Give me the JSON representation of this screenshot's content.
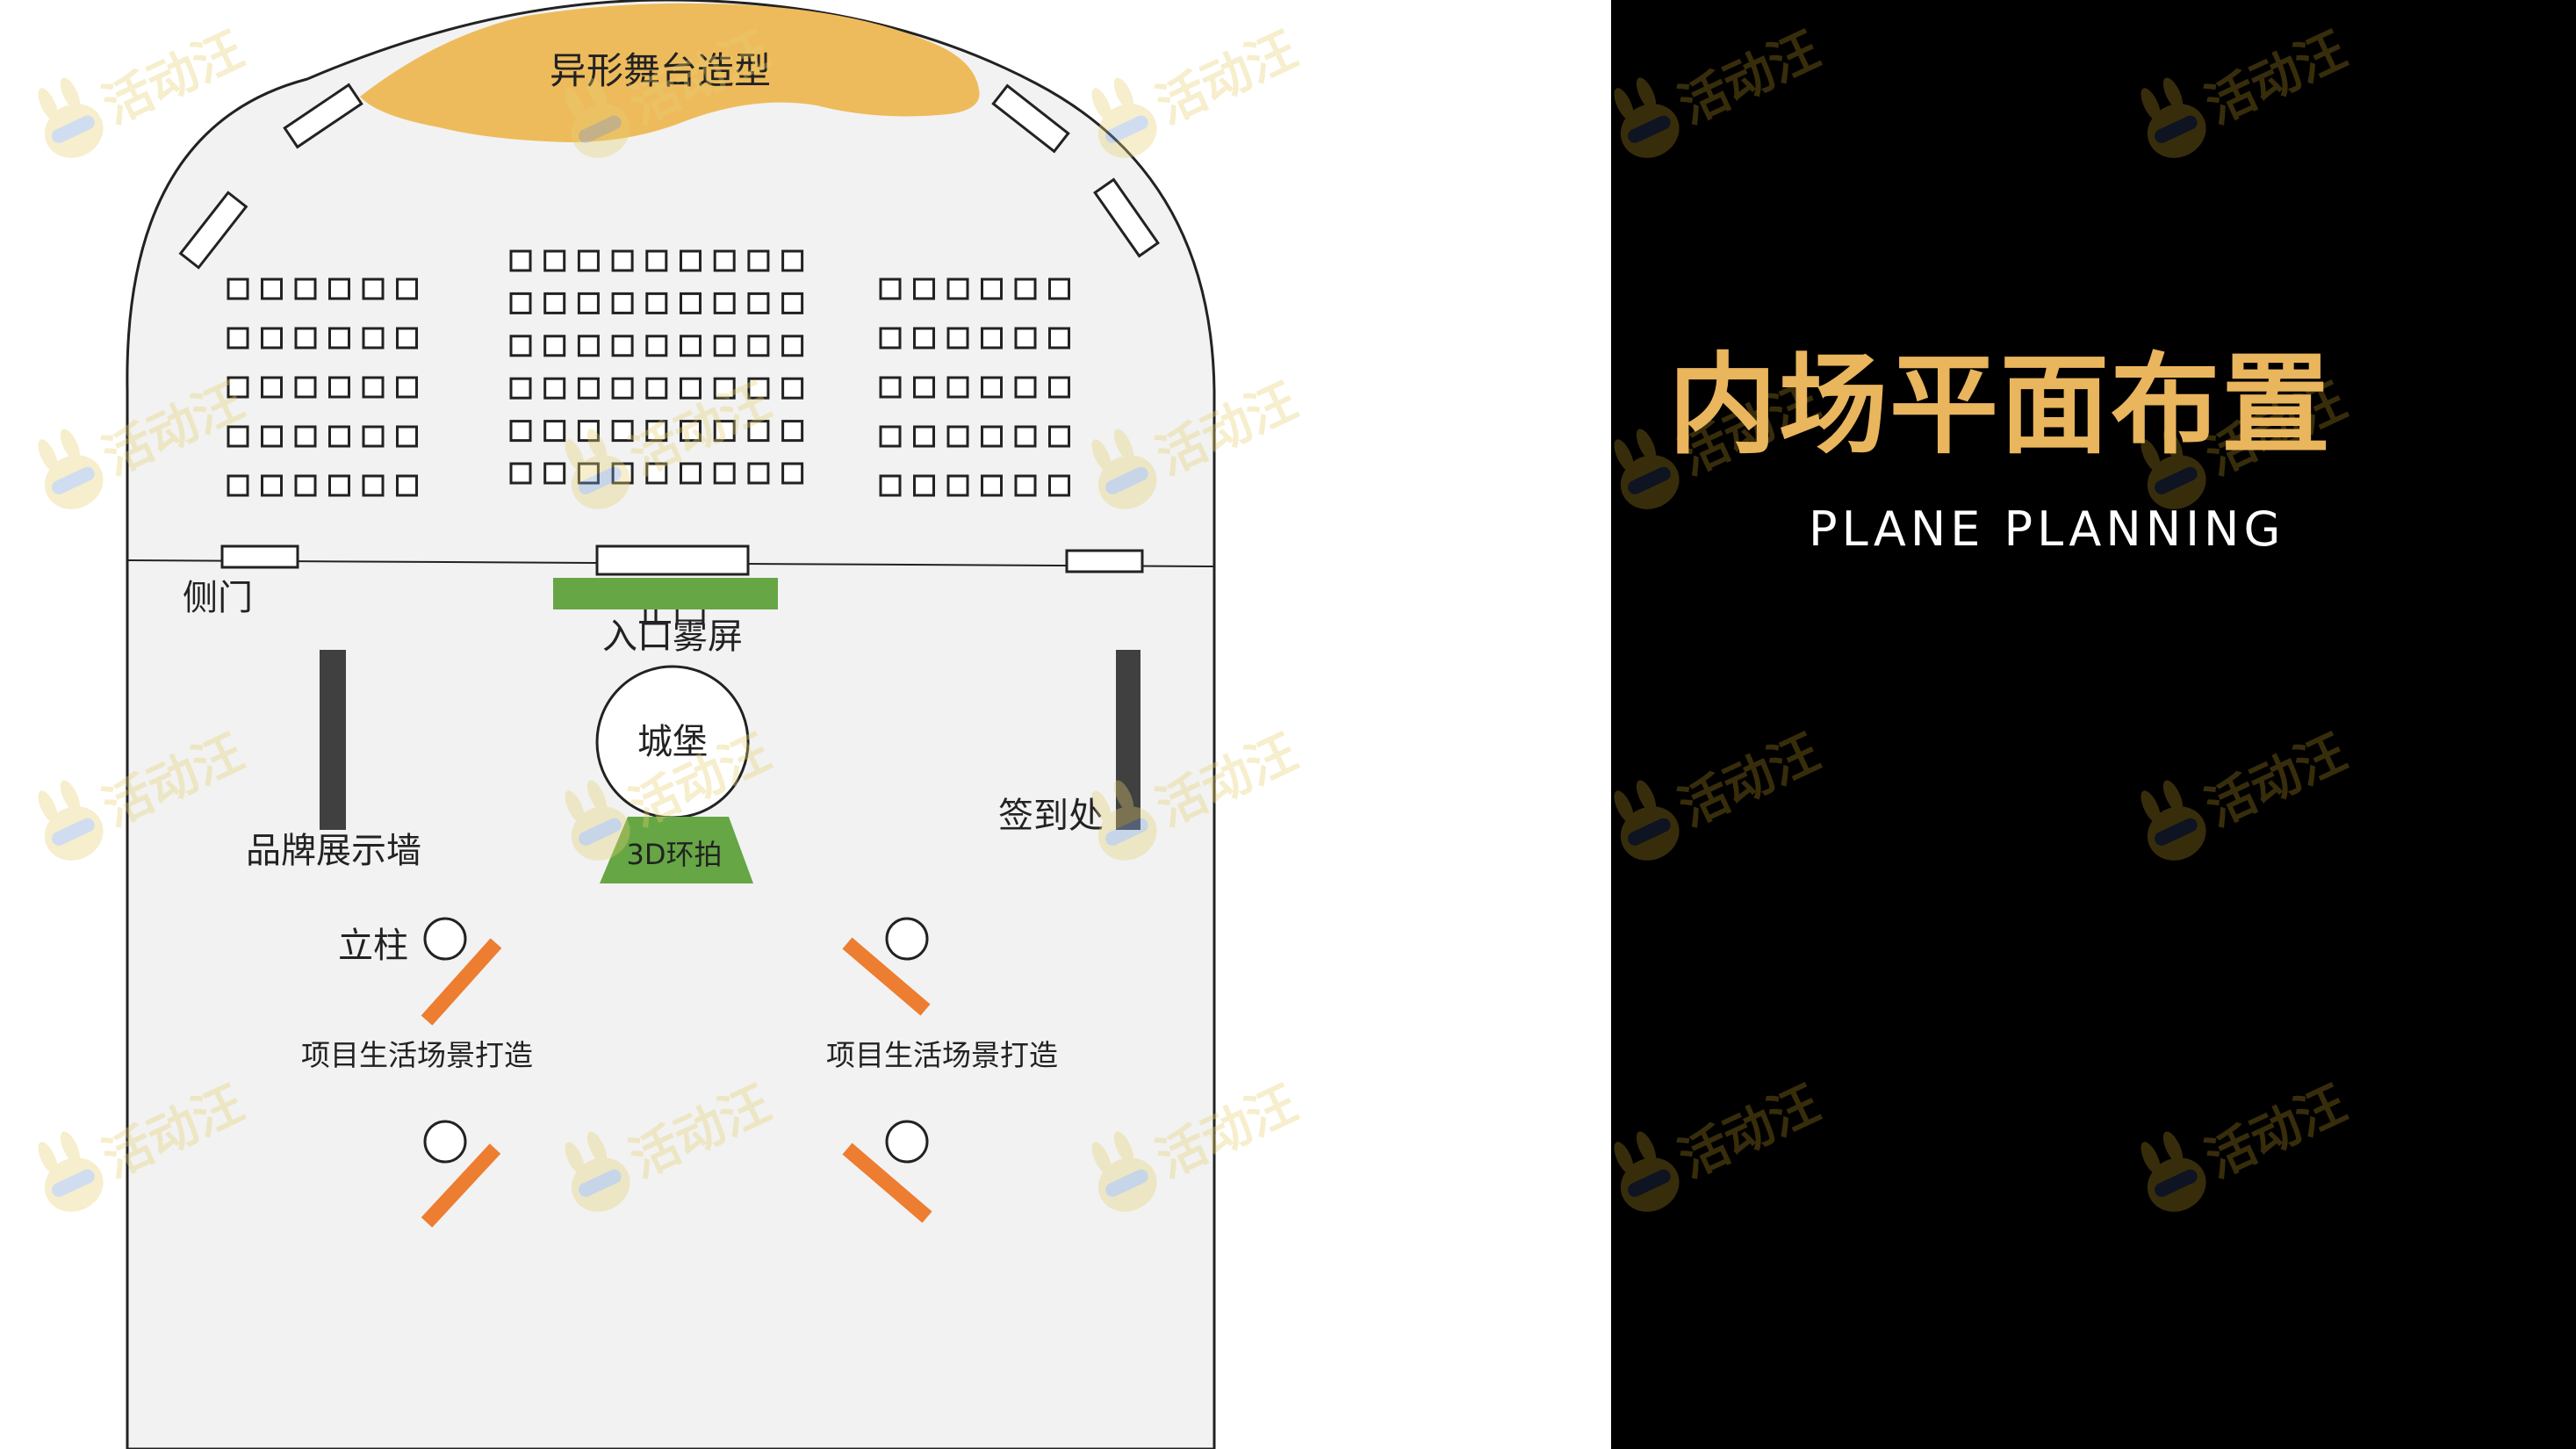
{
  "colors": {
    "stage": "#eebb5c",
    "floor": "#f2f2f2",
    "green": "#66a645",
    "orange": "#ed7d31",
    "wall": "#404040",
    "accent": "#e9b55d",
    "panel": "#000000"
  },
  "labels": {
    "stage": "异形舞台造型",
    "side_door": "侧门",
    "main_door_partial": "正门",
    "fog_screen": "入口雾屏",
    "castle": "城堡",
    "photo_3d": "3D环拍",
    "brand_wall": "品牌展示墙",
    "checkin": "签到处",
    "pillar": "立柱",
    "scene_left": "项目生活场景打造",
    "scene_right": "项目生活场景打造"
  },
  "title": {
    "main": "内场平面布置",
    "sub": "PLANE  PLANNING"
  },
  "watermark": {
    "text": "活动汪",
    "icon": "bunny-mascot-icon"
  },
  "seating": {
    "left_block": {
      "rows": 5,
      "cols": 6
    },
    "center_block": {
      "rows": 6,
      "cols": 9
    },
    "right_block": {
      "rows": 5,
      "cols": 6
    }
  }
}
